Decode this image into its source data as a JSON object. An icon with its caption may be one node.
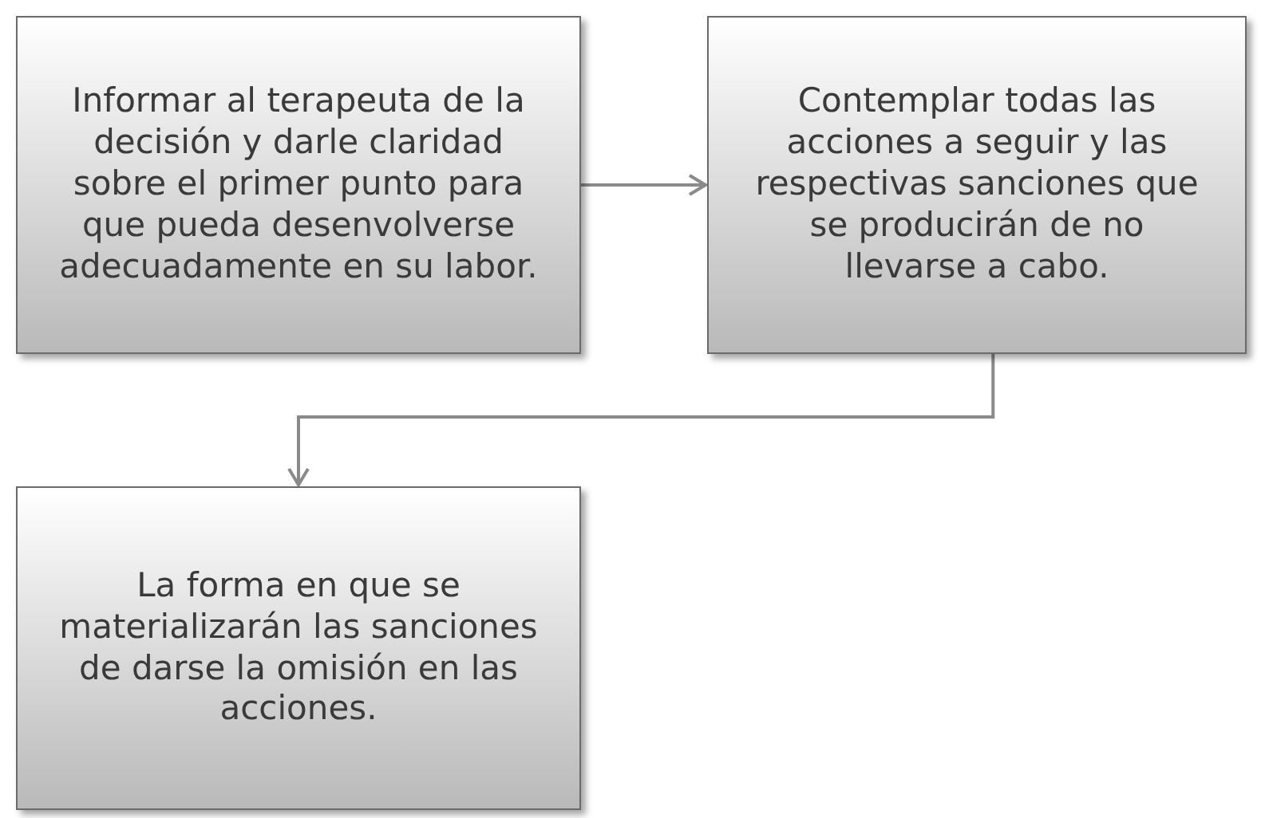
{
  "diagram": {
    "nodes": [
      {
        "text": [
          "Informar al terapeuta de la decisión y darle claridad sobre el primer punto para que pueda desenvolverse adecuadamente en su labor."
        ]
      },
      {
        "text": [
          "Contemplar todas las acciones a seguir y las respectivas sanciones que se producirán de no llevarse a cabo."
        ]
      },
      {
        "text": [
          "La forma en que se materializarán las sanciones de darse la omisión en las acciones."
        ]
      }
    ],
    "edges": [
      {
        "from": 0,
        "to": 1,
        "arrow": "to"
      },
      {
        "from": 1,
        "to": 2,
        "arrow": "to"
      }
    ]
  }
}
